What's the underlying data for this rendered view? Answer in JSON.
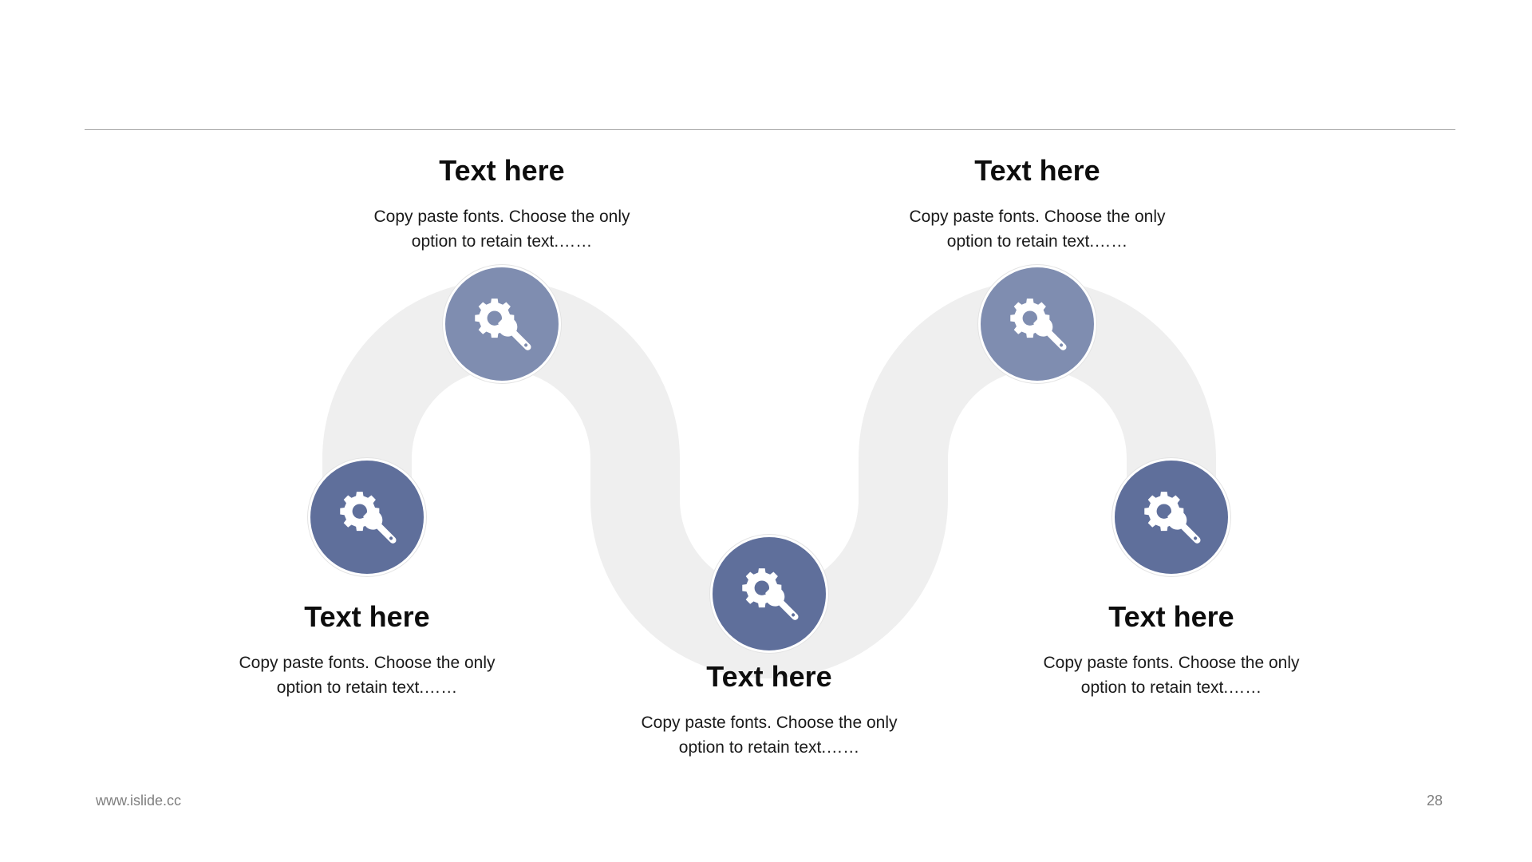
{
  "colors": {
    "node_light": "#7f8db0",
    "node_dark": "#5f6f9b",
    "wave": "#efefef",
    "rule": "#a6a6a6"
  },
  "steps": [
    {
      "title": "Text here",
      "desc_line1": "Copy paste fonts. Choose the only",
      "desc_line2": "option to retain text.……",
      "icon": "gear-wrench-icon"
    },
    {
      "title": "Text here",
      "desc_line1": "Copy paste fonts. Choose the only",
      "desc_line2": "option to retain text.……",
      "icon": "gear-wrench-icon"
    },
    {
      "title": "Text here",
      "desc_line1": "Copy paste fonts. Choose the only",
      "desc_line2": "option to retain text.……",
      "icon": "gear-wrench-icon"
    },
    {
      "title": "Text here",
      "desc_line1": "Copy paste fonts. Choose the only",
      "desc_line2": "option to retain text.……",
      "icon": "gear-wrench-icon"
    },
    {
      "title": "Text here",
      "desc_line1": "Copy paste fonts. Choose the only",
      "desc_line2": "option to retain text.……",
      "icon": "gear-wrench-icon"
    }
  ],
  "footer": {
    "website": "www.islide.cc",
    "page_number": "28"
  }
}
